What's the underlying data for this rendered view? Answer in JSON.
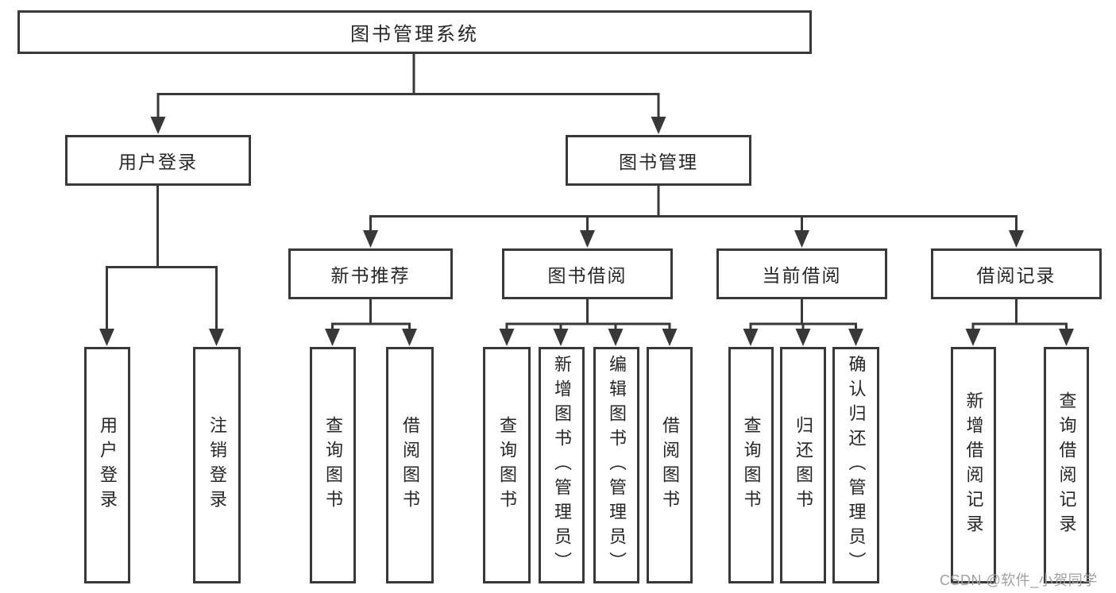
{
  "tree": {
    "root": {
      "label": "图书管理系统",
      "children": [
        {
          "label": "用户登录",
          "children": [
            {
              "label": "用户登录"
            },
            {
              "label": "注销登录"
            }
          ]
        },
        {
          "label": "图书管理",
          "children": [
            {
              "label": "新书推荐",
              "children": [
                {
                  "label": "查询图书"
                },
                {
                  "label": "借阅图书"
                }
              ]
            },
            {
              "label": "图书借阅",
              "children": [
                {
                  "label": "查询图书"
                },
                {
                  "label": "新增图书（管理员）"
                },
                {
                  "label": "编辑图书（管理员）"
                },
                {
                  "label": "借阅图书"
                }
              ]
            },
            {
              "label": "当前借阅",
              "children": [
                {
                  "label": "查询图书"
                },
                {
                  "label": "归还图书"
                },
                {
                  "label": "确认归还（管理员）"
                }
              ]
            },
            {
              "label": "借阅记录",
              "children": [
                {
                  "label": "新增借阅记录"
                },
                {
                  "label": "查询借阅记录"
                }
              ]
            }
          ]
        }
      ]
    }
  },
  "watermark": "CSDN @软件_小贺同学",
  "colors": {
    "line": "#383838",
    "text": "#262626",
    "background": "#ffffff",
    "watermark": "#a0a0a0"
  }
}
